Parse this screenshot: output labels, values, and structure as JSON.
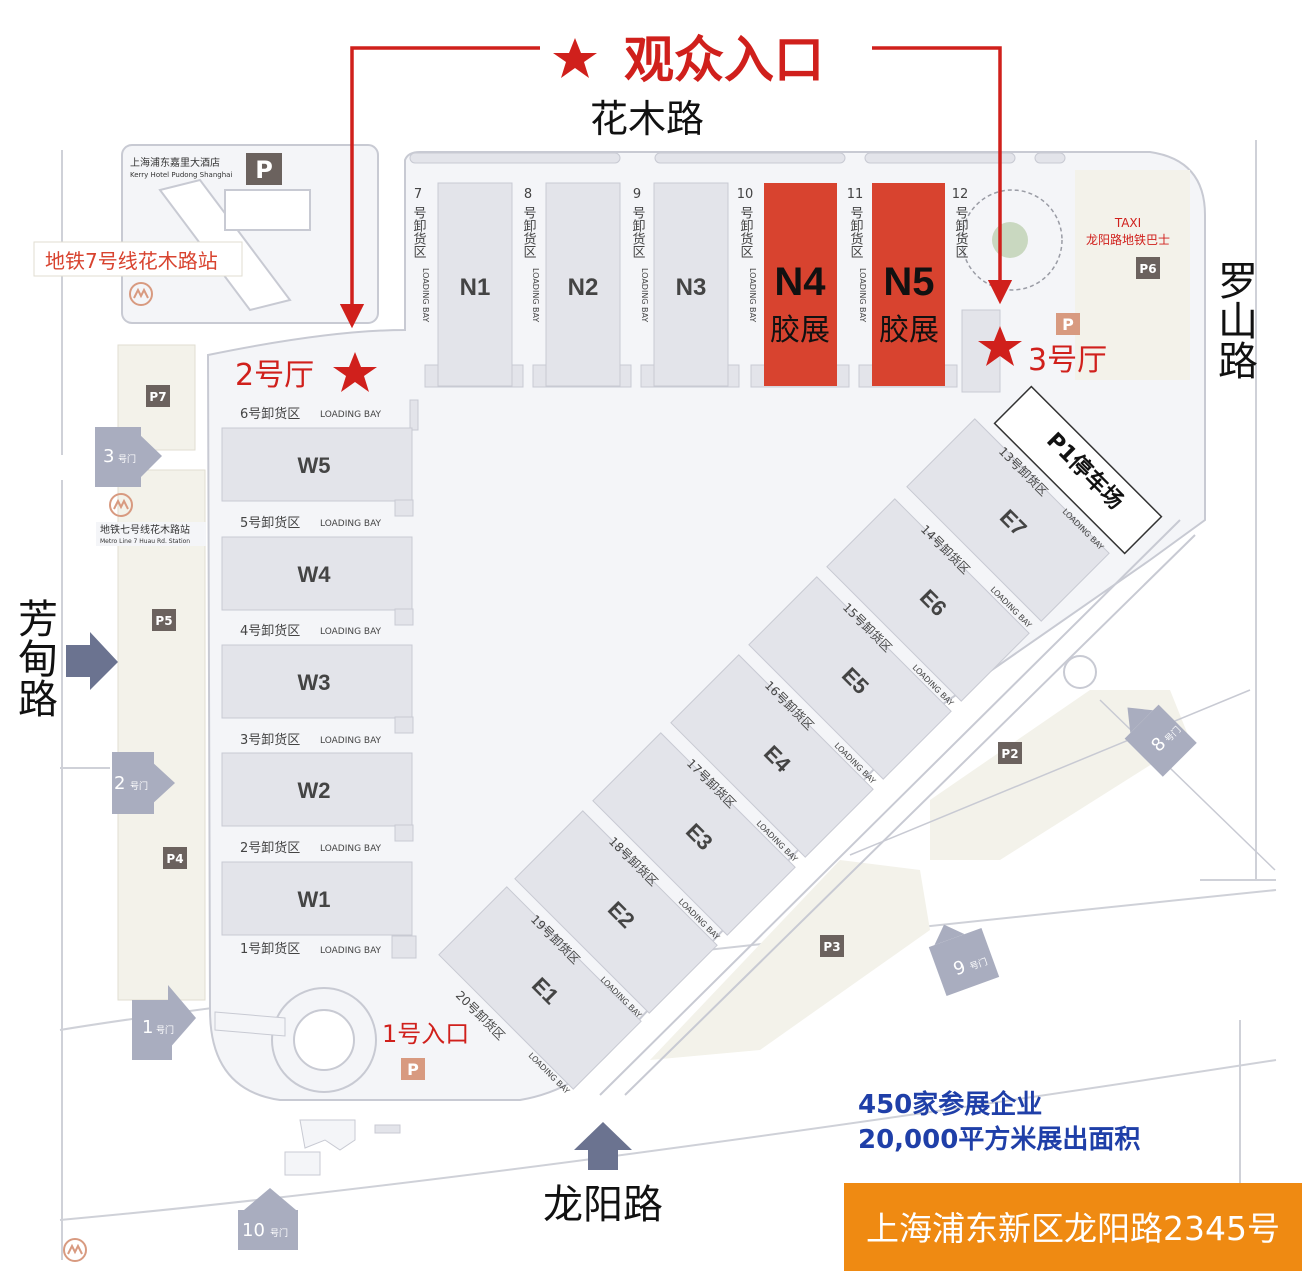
{
  "entrance": {
    "title": "观众入口"
  },
  "roads": {
    "north": "花木路",
    "east": "罗山路",
    "west": "芳甸路",
    "south": "龙阳路"
  },
  "hotel": {
    "cn": "上海浦东嘉里大酒店",
    "en": "Kerry Hotel Pudong Shanghai"
  },
  "metro_station_label": "地铁7号线花木路站",
  "metro_station_small": {
    "cn": "地铁七号线花木路站",
    "en": "Metro Line 7 Huau Rd. Station"
  },
  "taxi": {
    "line1": "TAXI",
    "line2": "龙阳路地铁巴士"
  },
  "halls_north": [
    {
      "name": "N1",
      "sub": ""
    },
    {
      "name": "N2",
      "sub": ""
    },
    {
      "name": "N3",
      "sub": ""
    },
    {
      "name": "N4",
      "sub": "胶展"
    },
    {
      "name": "N5",
      "sub": "胶展"
    }
  ],
  "north_bays": [
    {
      "num": "7",
      "text": "号卸货区"
    },
    {
      "num": "8",
      "text": "号卸货区"
    },
    {
      "num": "9",
      "text": "号卸货区"
    },
    {
      "num": "10",
      "text": "号卸货区"
    },
    {
      "num": "11",
      "text": "号卸货区"
    },
    {
      "num": "12",
      "text": "号卸货区"
    }
  ],
  "loading_bay_en": "LOADING BAY",
  "halls_west": [
    "W5",
    "W4",
    "W3",
    "W2",
    "W1"
  ],
  "west_bays": [
    "6号卸货区",
    "5号卸货区",
    "4号卸货区",
    "3号卸货区",
    "2号卸货区",
    "1号卸货区"
  ],
  "halls_east": [
    "E7",
    "E6",
    "E5",
    "E4",
    "E3",
    "E2",
    "E1"
  ],
  "east_bays": [
    "13号卸货区",
    "14号卸货区",
    "15号卸货区",
    "16号卸货区",
    "17号卸货区",
    "18号卸货区",
    "19号卸货区",
    "20号卸货区"
  ],
  "entrances": {
    "hall2": "2号厅",
    "hall3": "3号厅",
    "gate1": "1号入口"
  },
  "p1": "P1停车场",
  "parking_icon": "P",
  "parking_lots": [
    "P2",
    "P3",
    "P4",
    "P5",
    "P6",
    "P7"
  ],
  "gates": [
    {
      "num": "1",
      "suffix": "号门"
    },
    {
      "num": "2",
      "suffix": "号门"
    },
    {
      "num": "3",
      "suffix": "号门"
    },
    {
      "num": "8",
      "suffix": "号门"
    },
    {
      "num": "9",
      "suffix": "号门"
    },
    {
      "num": "10",
      "suffix": "号门"
    }
  ],
  "stats": {
    "exhibitors": "450家参展企业",
    "area": "20,000平方米展出面积"
  },
  "address": "上海浦东新区龙阳路2345号",
  "colors": {
    "highlight": "#d8432f",
    "accent_red": "#d0201c",
    "hall": "#e3e4ea",
    "gate": "#a9adbf",
    "parking": "#6b625e",
    "address_bg": "#ef8a12",
    "stats_blue": "#1f3fa8"
  }
}
